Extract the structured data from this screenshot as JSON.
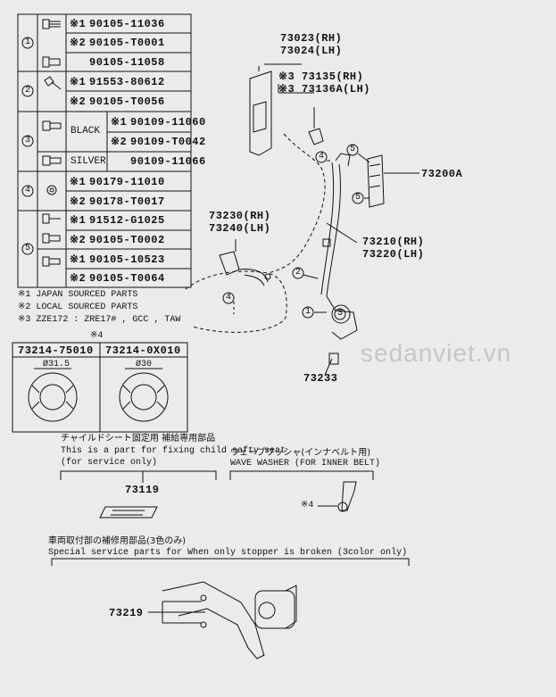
{
  "table": {
    "rows": [
      {
        "circle": "1",
        "lines": [
          {
            "mark": "※1",
            "part": "90105-11036"
          },
          {
            "mark": "※2",
            "part": "90105-T0001"
          },
          {
            "mark": "",
            "part": "90105-11058"
          }
        ]
      },
      {
        "circle": "2",
        "lines": [
          {
            "mark": "※1",
            "part": "91553-80612"
          },
          {
            "mark": "※2",
            "part": "90105-T0056"
          }
        ]
      },
      {
        "circle": "3",
        "lines": [
          {
            "color": "BLACK",
            "mark": "※1",
            "part": "90109-11060"
          },
          {
            "color": "",
            "mark": "※2",
            "part": "90109-T0042"
          },
          {
            "color": "SILVER",
            "mark": "",
            "part": "90109-11066"
          }
        ]
      },
      {
        "circle": "4",
        "lines": [
          {
            "mark": "※1",
            "part": "90179-11010"
          },
          {
            "mark": "※2",
            "part": "90178-T0017"
          }
        ]
      },
      {
        "circle": "5",
        "lines": [
          {
            "mark": "※1",
            "part": "91512-G1025"
          },
          {
            "mark": "※2",
            "part": "90105-T0002"
          },
          {
            "mark": "※1",
            "part": "90105-10523"
          },
          {
            "mark": "※2",
            "part": "90105-T0064"
          }
        ]
      }
    ]
  },
  "notes": [
    "※1  JAPAN SOURCED PARTS",
    "※2  LOCAL SOURCED PARTS",
    "※3  ZZE172 : ZRE17# ,  GCC , TAW"
  ],
  "stopper_box": {
    "mark": "※4",
    "col1": {
      "part": "73214-75010",
      "dim": "Ø31.5"
    },
    "col2": {
      "part": "73214-0X010",
      "dim": "Ø30"
    }
  },
  "child_seat": {
    "jp": "チャイルドシート固定用 補給専用部品",
    "en1": "This is a part for fixing child safty seat",
    "en2": "(for service only)",
    "part": "73119"
  },
  "wave_washer": {
    "jp": "ウェーブワッシャ(インナベルト用)",
    "en": "WAVE WASHER (FOR INNER BELT)",
    "mark": "※4"
  },
  "special": {
    "jp": "車両取付部の補修用部品(3色のみ)",
    "en": "Special  service  parts  for  When  only  stopper  is  broken  (3color  only)",
    "part": "73219"
  },
  "callouts": {
    "p73023": "73023(RH)",
    "p73024": "73024(LH)",
    "p73135": "※3 73135(RH)",
    "p73136": "※3 73136A(LH)",
    "p73200": "73200A",
    "p73230": "73230(RH)",
    "p73240": "73240(LH)",
    "p73210": "73210(RH)",
    "p73220": "73220(LH)",
    "p73233": "73233",
    "c1": "1",
    "c2": "2",
    "c3": "3",
    "c4a": "4",
    "c4b": "4",
    "c5a": "5",
    "c5b": "5"
  },
  "watermark": "sedanviet.vn"
}
